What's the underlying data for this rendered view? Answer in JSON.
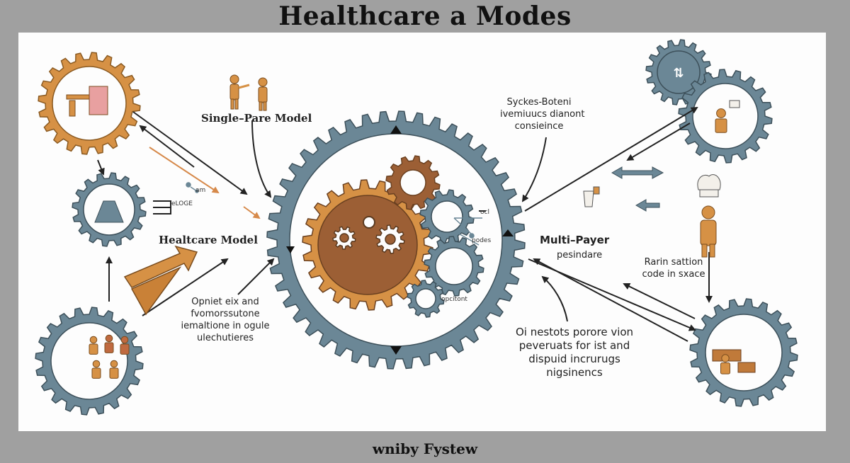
{
  "title": "Healthcare a Modes",
  "footer": "wniby Fystew",
  "labels": {
    "single_pare_model": "Single–Pare Model",
    "healthcare_model": "Healtcare Model",
    "multi_payer": "Multi–Payer",
    "multi_payer_sub": "pesindare",
    "sysckes": [
      "Syckes-Boteni",
      "ivemiuucs dianont",
      "consieince"
    ],
    "rarin": [
      "Rarin sattion",
      "code in sxace"
    ],
    "opniet": [
      "Opniet eix and",
      "fvomorssutone",
      "iemaltione in ogule",
      "ulechutieres"
    ],
    "oi_nestots": [
      "Oi nestots porore vion",
      "peveruats for ist and",
      "dispuid incrurugs",
      "nigsinencs"
    ],
    "small_eloge": "eLOGE",
    "small_am": "am",
    "small_oci": "ocl",
    "small_podes": "podes",
    "small_opcitont": "opcitont"
  },
  "colors": {
    "gear_gray": "#6b8796",
    "gear_orange": "#d69145",
    "gear_brown": "#9c5f35",
    "arrow": "#222222",
    "accent_arrow": "#d6894a"
  }
}
